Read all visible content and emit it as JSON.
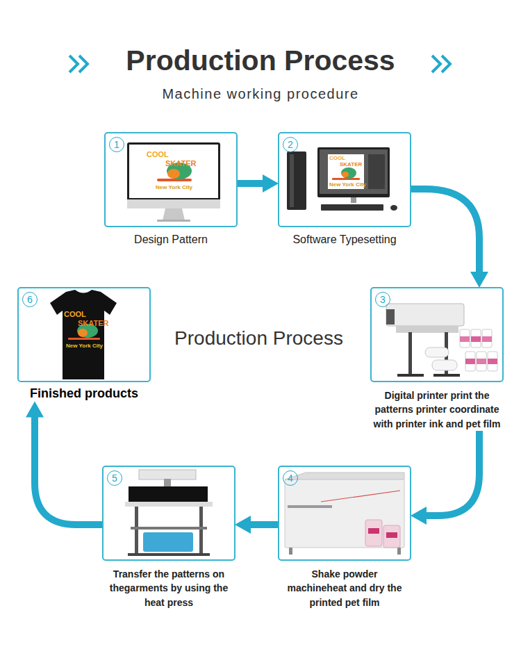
{
  "diagram": {
    "title": "Production Process",
    "nodes": [
      {
        "text": [
          "1",
          "Design Pattern"
        ]
      },
      {
        "text": [
          "2",
          "Software Typesetting"
        ]
      },
      {
        "text": [
          "3",
          "Digital printer print the patterns printer coordinate with printer ink and pet film"
        ]
      },
      {
        "text": [
          "4",
          "Shake powder machineheat and dry the printed pet film"
        ]
      },
      {
        "text": [
          "5",
          "Transfer the patterns on thegarments by using the heat press"
        ]
      },
      {
        "text": [
          "6",
          "Finished products"
        ]
      }
    ],
    "edges": [
      {
        "from": 0,
        "to": 1,
        "arrow": "to"
      },
      {
        "from": 1,
        "to": 2,
        "arrow": "to"
      },
      {
        "from": 2,
        "to": 3,
        "arrow": "to"
      },
      {
        "from": 3,
        "to": 4,
        "arrow": "to"
      },
      {
        "from": 4,
        "to": 5,
        "arrow": "to"
      }
    ],
    "labels": [
      "Machine working procedure",
      "Production Process",
      "COOL",
      "SKATER",
      "New York City",
      "COOL",
      "SKATER",
      "New York City",
      "COOL",
      "SKATER",
      "New York City"
    ]
  }
}
